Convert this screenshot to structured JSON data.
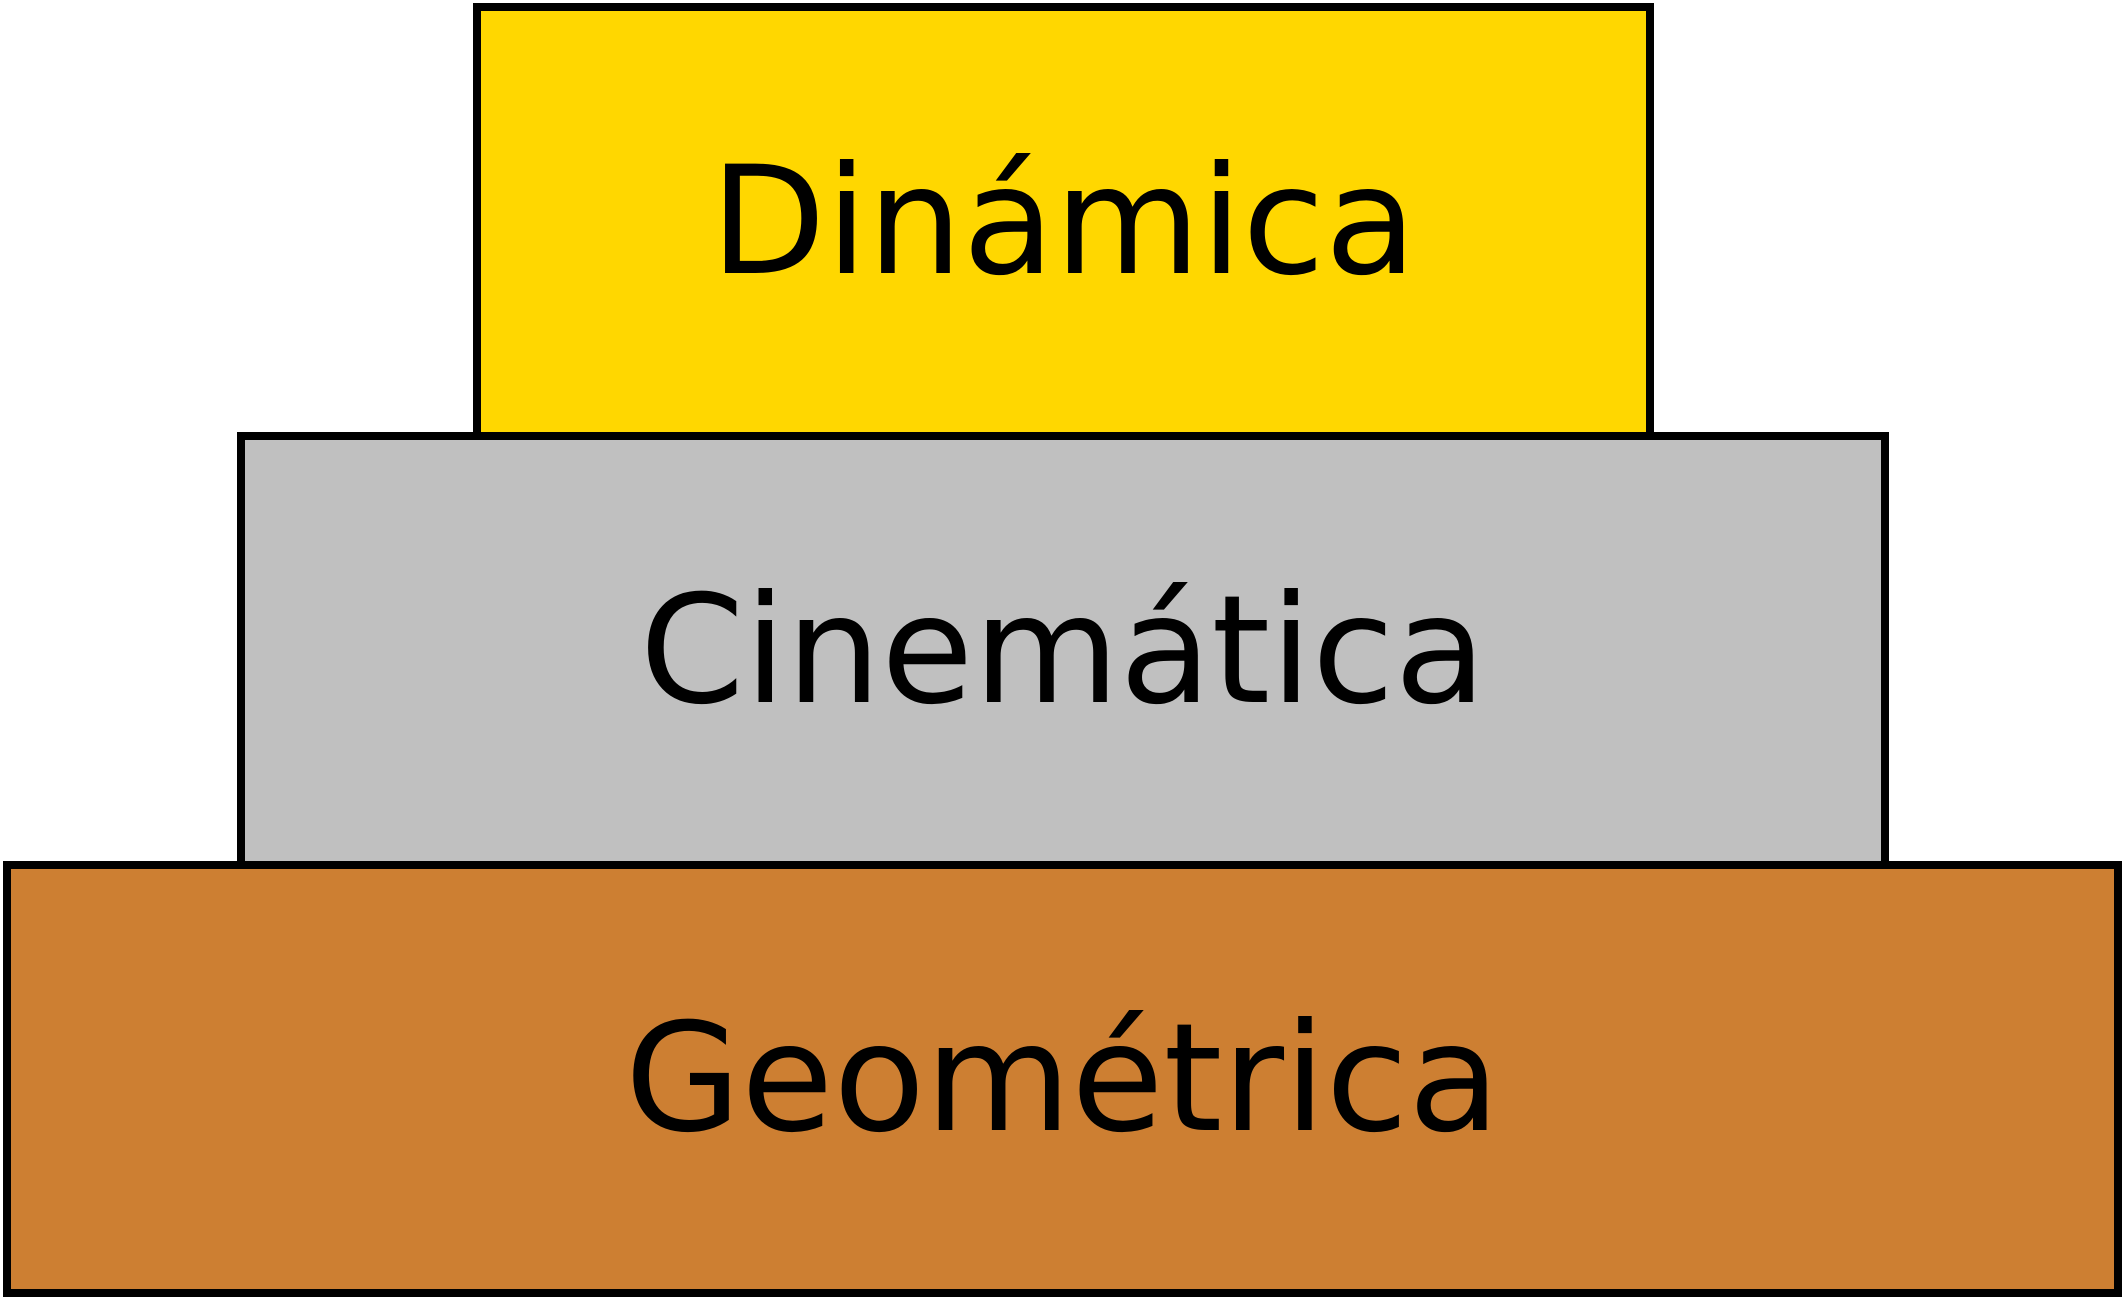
{
  "layers": [
    {
      "id": "dinamica",
      "label": "Dinámica",
      "fill": "#FFD700"
    },
    {
      "id": "cinematica",
      "label": "Cinemática",
      "fill": "#C0C0C0"
    },
    {
      "id": "geometrica",
      "label": "Geométrica",
      "fill": "#CD7F32"
    }
  ],
  "border_color": "#000000",
  "text_color": "#000000"
}
